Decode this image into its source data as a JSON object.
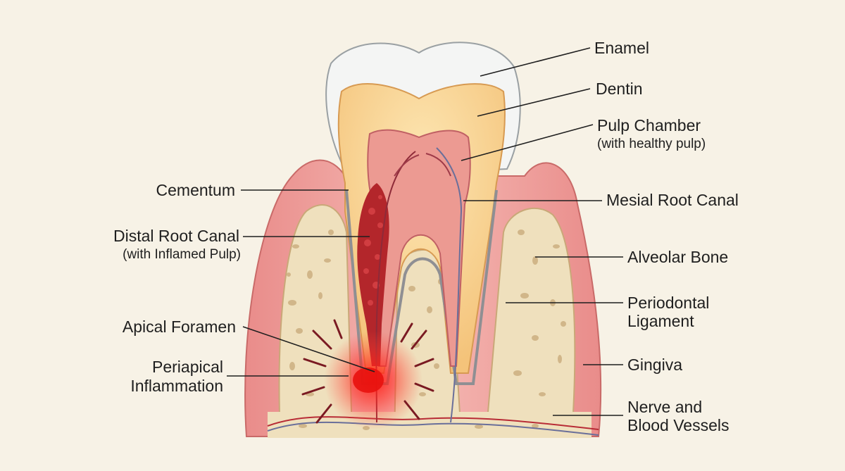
{
  "labels": {
    "enamel": "Enamel",
    "dentin": "Dentin",
    "pulp_chamber": "Pulp Chamber",
    "pulp_chamber_note": "(with healthy pulp)",
    "mesial_root_canal": "Mesial Root Canal",
    "alveolar_bone": "Alveolar Bone",
    "periodontal_line1": "Periodontal",
    "periodontal_line2": "Ligament",
    "gingiva": "Gingiva",
    "nerve_line1": "Nerve and",
    "nerve_line2": "Blood Vessels",
    "cementum": "Cementum",
    "distal_root_canal": "Distal Root Canal",
    "distal_root_canal_note": "(with Inflamed Pulp)",
    "apical_foramen": "Apical Foramen",
    "periapical_line1": "Periapical",
    "periapical_line2": "Inflammation"
  },
  "colors": {
    "background": "#f7f2e6",
    "enamel": "#f4f5f4",
    "dentin": "#f6cf8c",
    "pulp": "#ec9a92",
    "inflamed_pulp": "#b3262b",
    "gingiva": "#eea3a0",
    "bone": "#efe0bd",
    "inflammation": "#ff1a14",
    "leader_line": "#1f1f1f"
  }
}
